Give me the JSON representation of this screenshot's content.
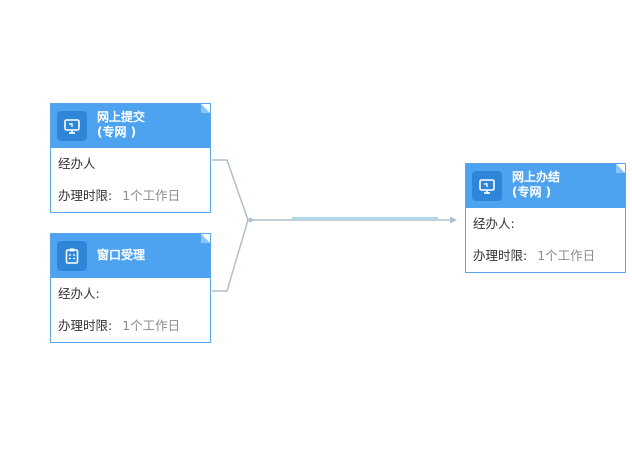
{
  "nodes": [
    {
      "title": "网上提交\n(专网 )",
      "icon": "monitor-icon",
      "handler_label": "经办人",
      "limit_label": "办理时限:",
      "limit_value": "1个工作日"
    },
    {
      "title": "窗口受理",
      "icon": "clipboard-icon",
      "handler_label": "经办人:",
      "limit_label": "办理时限:",
      "limit_value": "1个工作日"
    },
    {
      "title": "网上办结\n(专网 )",
      "icon": "monitor-icon",
      "handler_label": "经办人:",
      "limit_label": "办理时限:",
      "limit_value": "1个工作日"
    }
  ],
  "colors": {
    "header": "#4ea3f0",
    "icon_bg": "#2f86d8",
    "border": "#5aa6ee",
    "connector": "#b0c0cc",
    "connector_accent": "#a8dcea",
    "value_text": "#8c8c8c"
  }
}
